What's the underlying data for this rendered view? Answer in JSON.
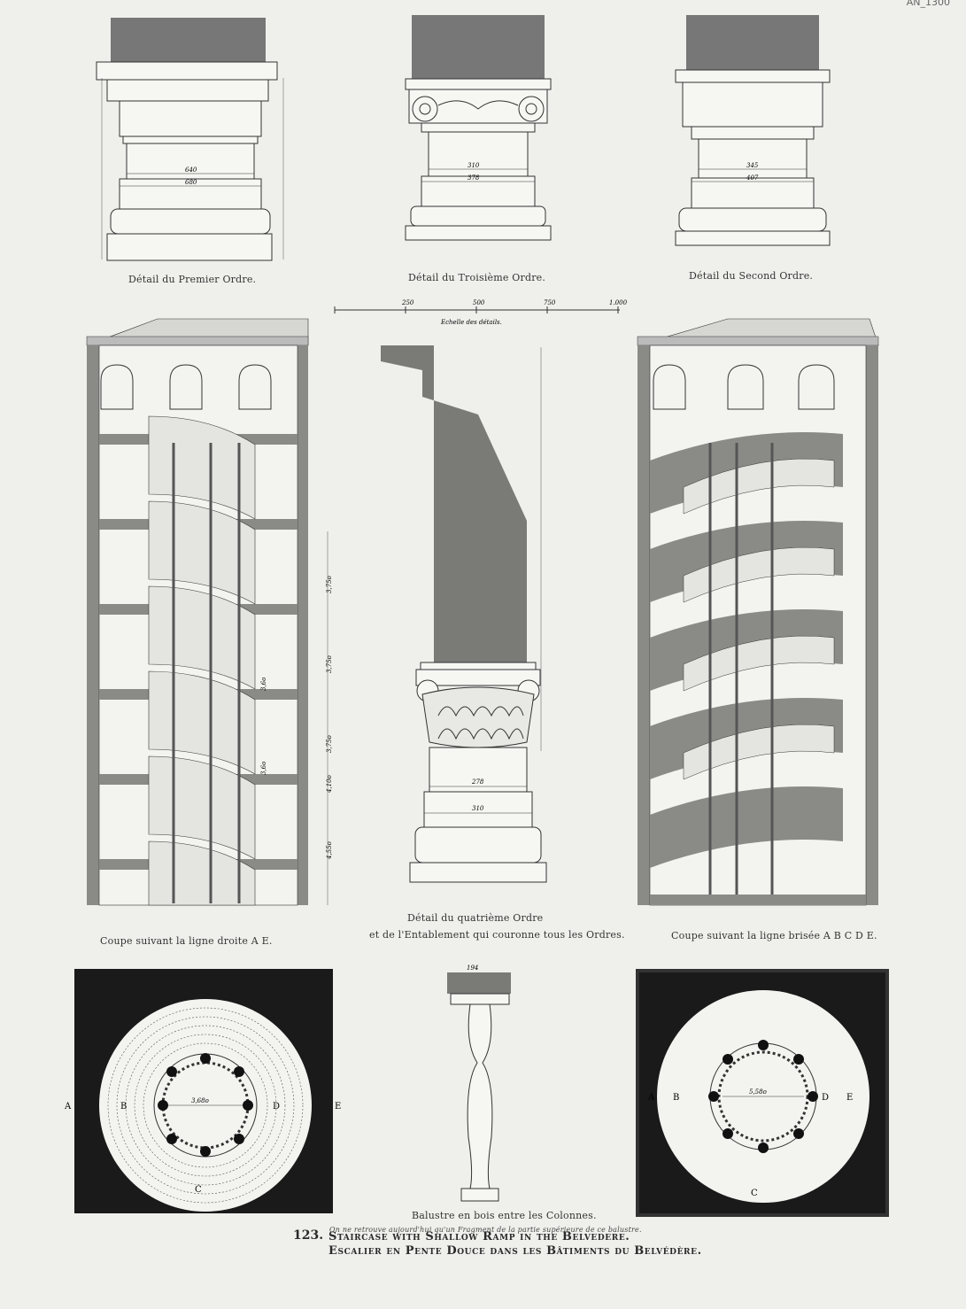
{
  "corner_mark": "AN_1300",
  "captions": {
    "first_order": "Détail du Premier Ordre.",
    "third_order": "Détail du Troisième Ordre.",
    "second_order": "Détail du Second Ordre.",
    "scale_label": "Echelle des détails.",
    "scale_ticks": [
      "250",
      "500",
      "750",
      "1.000"
    ],
    "section_ae": "Coupe suivant la ligne droite A E.",
    "fourth_order_1": "Détail du quatrième Ordre",
    "fourth_order_2": "et de l'Entablement qui couronne tous les Ordres.",
    "section_abcde": "Coupe suivant la ligne brisée A B C D E.",
    "baluster": "Balustre en bois entre les Colonnes.",
    "baluster_note": "On ne retrouve aujourd'hui qu'un Fragment de la partie supérieure de ce balustre."
  },
  "dimensions": {
    "first_order": [
      "640",
      "680"
    ],
    "third_order": [
      "310",
      "378"
    ],
    "second_order": [
      "345",
      "407"
    ],
    "fourth_order": [
      "278",
      "310"
    ],
    "baluster_top": "194",
    "section_left": [
      "3,75o",
      "3,75o",
      "3,75o",
      "4,10o",
      "4,55o"
    ],
    "section_left_notes": [
      "3,6o",
      "3,6o"
    ],
    "plan_left": "3,68o",
    "plan_right": "5,58o"
  },
  "plan_letters": {
    "left": [
      "A",
      "B",
      "C",
      "D",
      "E"
    ],
    "right": [
      "A",
      "B",
      "C",
      "D",
      "E"
    ]
  },
  "title": {
    "number": "123.",
    "line1": "Staircase with Shallow Ramp in the Belvedere.",
    "line2": "Escalier en Pente Douce dans les Bâtiments du Belvédère."
  }
}
